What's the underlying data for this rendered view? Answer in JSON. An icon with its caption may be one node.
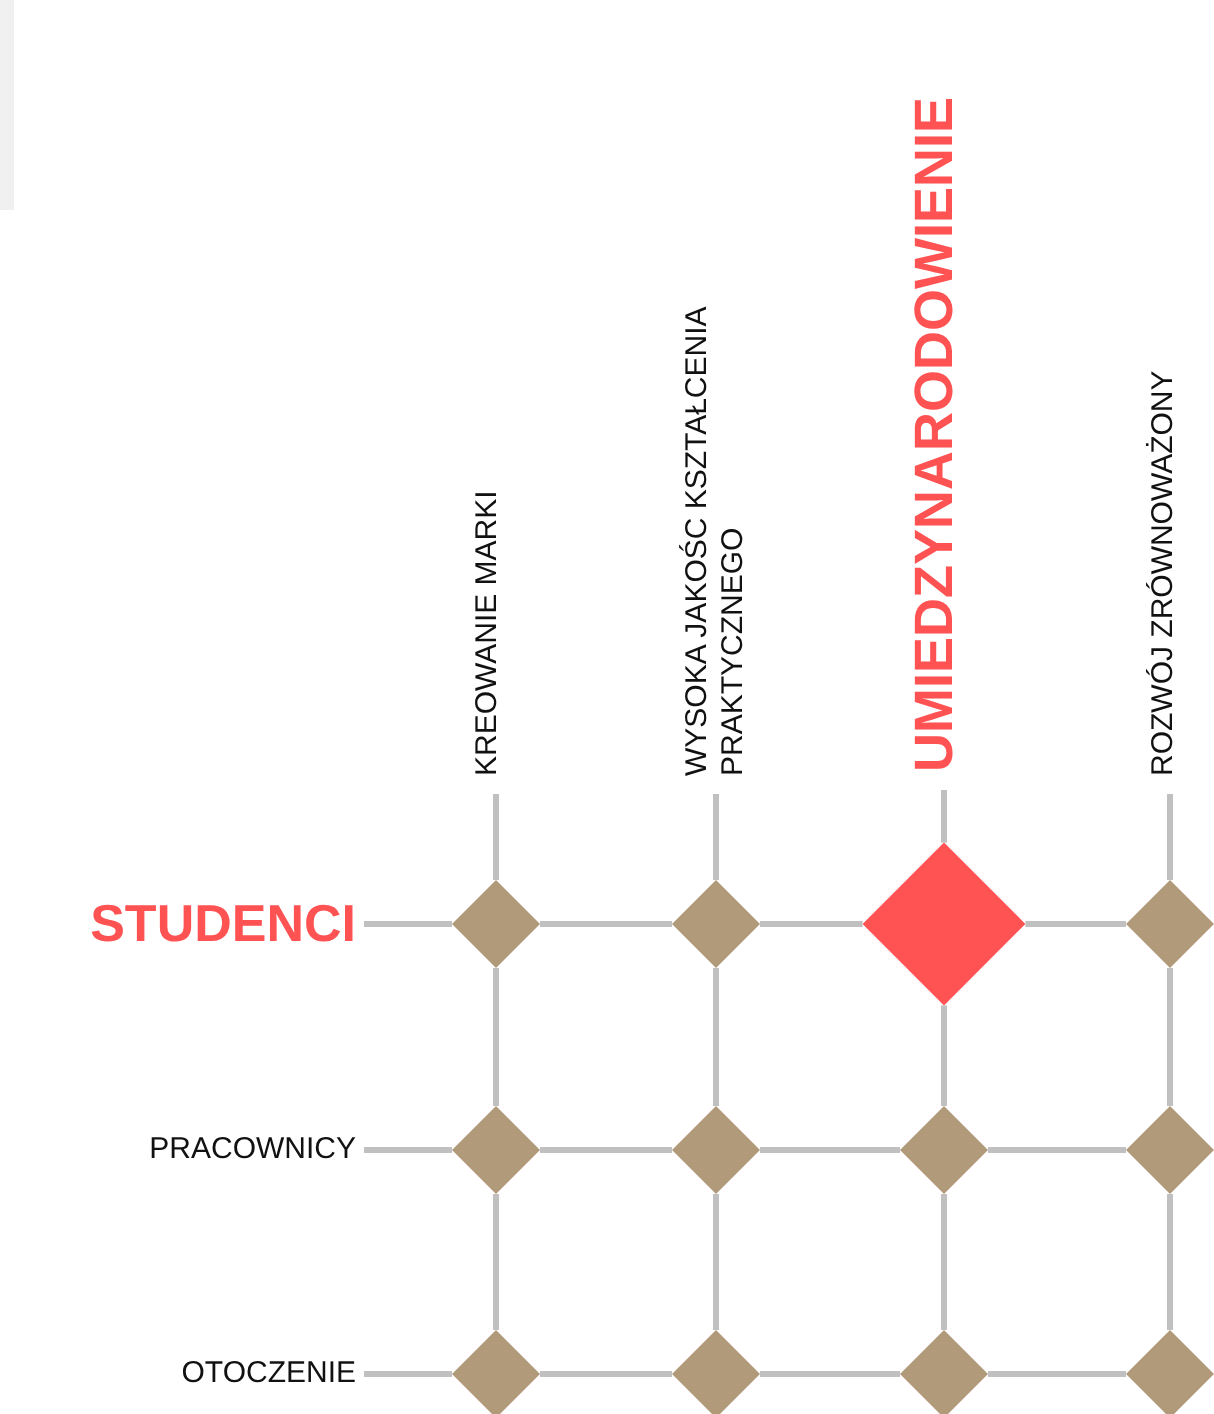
{
  "diagram": {
    "nodes": [
      {
        "text": [
          "STUDENCI"
        ]
      },
      {
        "text": [
          "PRACOWNICY"
        ]
      },
      {
        "text": [
          "OTOCZENIE"
        ]
      },
      {
        "text": [
          "KREOWANIE MARKI"
        ]
      },
      {
        "text": [
          "WYSOKA JAKOŚC KSZTAŁCENIA PRAKTYCZNEGO"
        ]
      },
      {
        "text": [
          "UMIEDZYNARODOWIENIE"
        ]
      },
      {
        "text": [
          "ROZWÓJ ZRÓWNOWAŻONY"
        ]
      },
      {
        "text": [],
        "shape": "diamond"
      },
      {
        "text": [],
        "shape": "diamond"
      },
      {
        "text": [],
        "shape": "diamond"
      },
      {
        "text": [],
        "shape": "diamond"
      },
      {
        "text": [],
        "shape": "diamond"
      },
      {
        "text": [],
        "shape": "diamond"
      },
      {
        "text": [],
        "shape": "diamond"
      },
      {
        "text": [],
        "shape": "diamond"
      },
      {
        "text": [],
        "shape": "diamond"
      },
      {
        "text": [],
        "shape": "diamond"
      },
      {
        "text": [],
        "shape": "diamond"
      },
      {
        "text": [],
        "shape": "diamond"
      }
    ],
    "edges": [
      {
        "from": 0,
        "to": 7,
        "arrow": "none"
      },
      {
        "from": 7,
        "to": 8,
        "arrow": "none"
      },
      {
        "from": 8,
        "to": 9,
        "arrow": "none"
      },
      {
        "from": 9,
        "to": 10,
        "arrow": "none"
      },
      {
        "from": 1,
        "to": 11,
        "arrow": "none"
      },
      {
        "from": 11,
        "to": 12,
        "arrow": "none"
      },
      {
        "from": 12,
        "to": 13,
        "arrow": "none"
      },
      {
        "from": 13,
        "to": 14,
        "arrow": "none"
      },
      {
        "from": 2,
        "to": 15,
        "arrow": "none"
      },
      {
        "from": 15,
        "to": 16,
        "arrow": "none"
      },
      {
        "from": 16,
        "to": 17,
        "arrow": "none"
      },
      {
        "from": 17,
        "to": 18,
        "arrow": "none"
      },
      {
        "from": 3,
        "to": 7,
        "arrow": "none"
      },
      {
        "from": 7,
        "to": 11,
        "arrow": "none"
      },
      {
        "from": 11,
        "to": 15,
        "arrow": "none"
      },
      {
        "from": 4,
        "to": 8,
        "arrow": "none"
      },
      {
        "from": 8,
        "to": 12,
        "arrow": "none"
      },
      {
        "from": 12,
        "to": 16,
        "arrow": "none"
      },
      {
        "from": 5,
        "to": 9,
        "arrow": "none"
      },
      {
        "from": 9,
        "to": 13,
        "arrow": "none"
      },
      {
        "from": 13,
        "to": 17,
        "arrow": "none"
      },
      {
        "from": 6,
        "to": 10,
        "arrow": "none"
      },
      {
        "from": 10,
        "to": 14,
        "arrow": "none"
      },
      {
        "from": 14,
        "to": 18,
        "arrow": "none"
      }
    ]
  }
}
